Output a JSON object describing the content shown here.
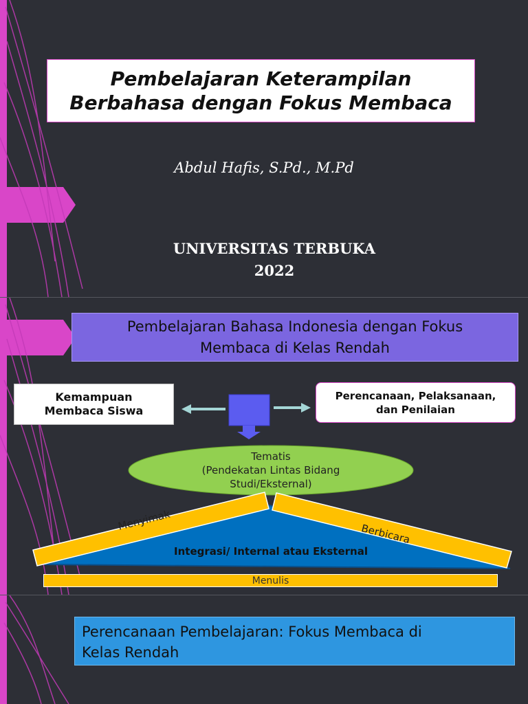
{
  "slide1": {
    "title_line1": "Pembelajaran Keterampilan",
    "title_line2": "Berbahasa dengan Fokus Membaca",
    "author": "Abdul Hafis, S.Pd., M.Pd",
    "university": "UNIVERSITAS TERBUKA",
    "year": "2022"
  },
  "slide2": {
    "title_line1": "Pembelajaran Bahasa Indonesia dengan Fokus",
    "title_line2": "Membaca di Kelas Rendah",
    "left_box_line1": "Kemampuan",
    "left_box_line2": "Membaca Siswa",
    "right_box_line1": "Perencanaan, Pelaksanaan,",
    "right_box_line2": "dan Penilaian",
    "oval_line1": "Tematis",
    "oval_line2": "(Pendekatan Lintas Bidang",
    "oval_line3": "Studi/Eksternal)",
    "left_bar_label": "Menyimak",
    "right_bar_label": "Berbicara",
    "triangle_label": "Integrasi/ Internal atau Eksternal",
    "bottom_bar_label": "Menulis"
  },
  "slide3": {
    "title_line1": "Perencanaan Pembelajaran: Fokus Membaca di",
    "title_line2": "Kelas Rendah"
  },
  "colors": {
    "background": "#2d2f36",
    "accent_magenta": "#d946c8",
    "slide2_title_bg": "#7b66e0",
    "oval_green": "#92d050",
    "bar_orange": "#ffc000",
    "triangle_blue": "#0070c0",
    "square_blue": "#5b5cf0",
    "arrow_teal": "#a4d6d6",
    "slide3_title_bg": "#2e96e0"
  }
}
